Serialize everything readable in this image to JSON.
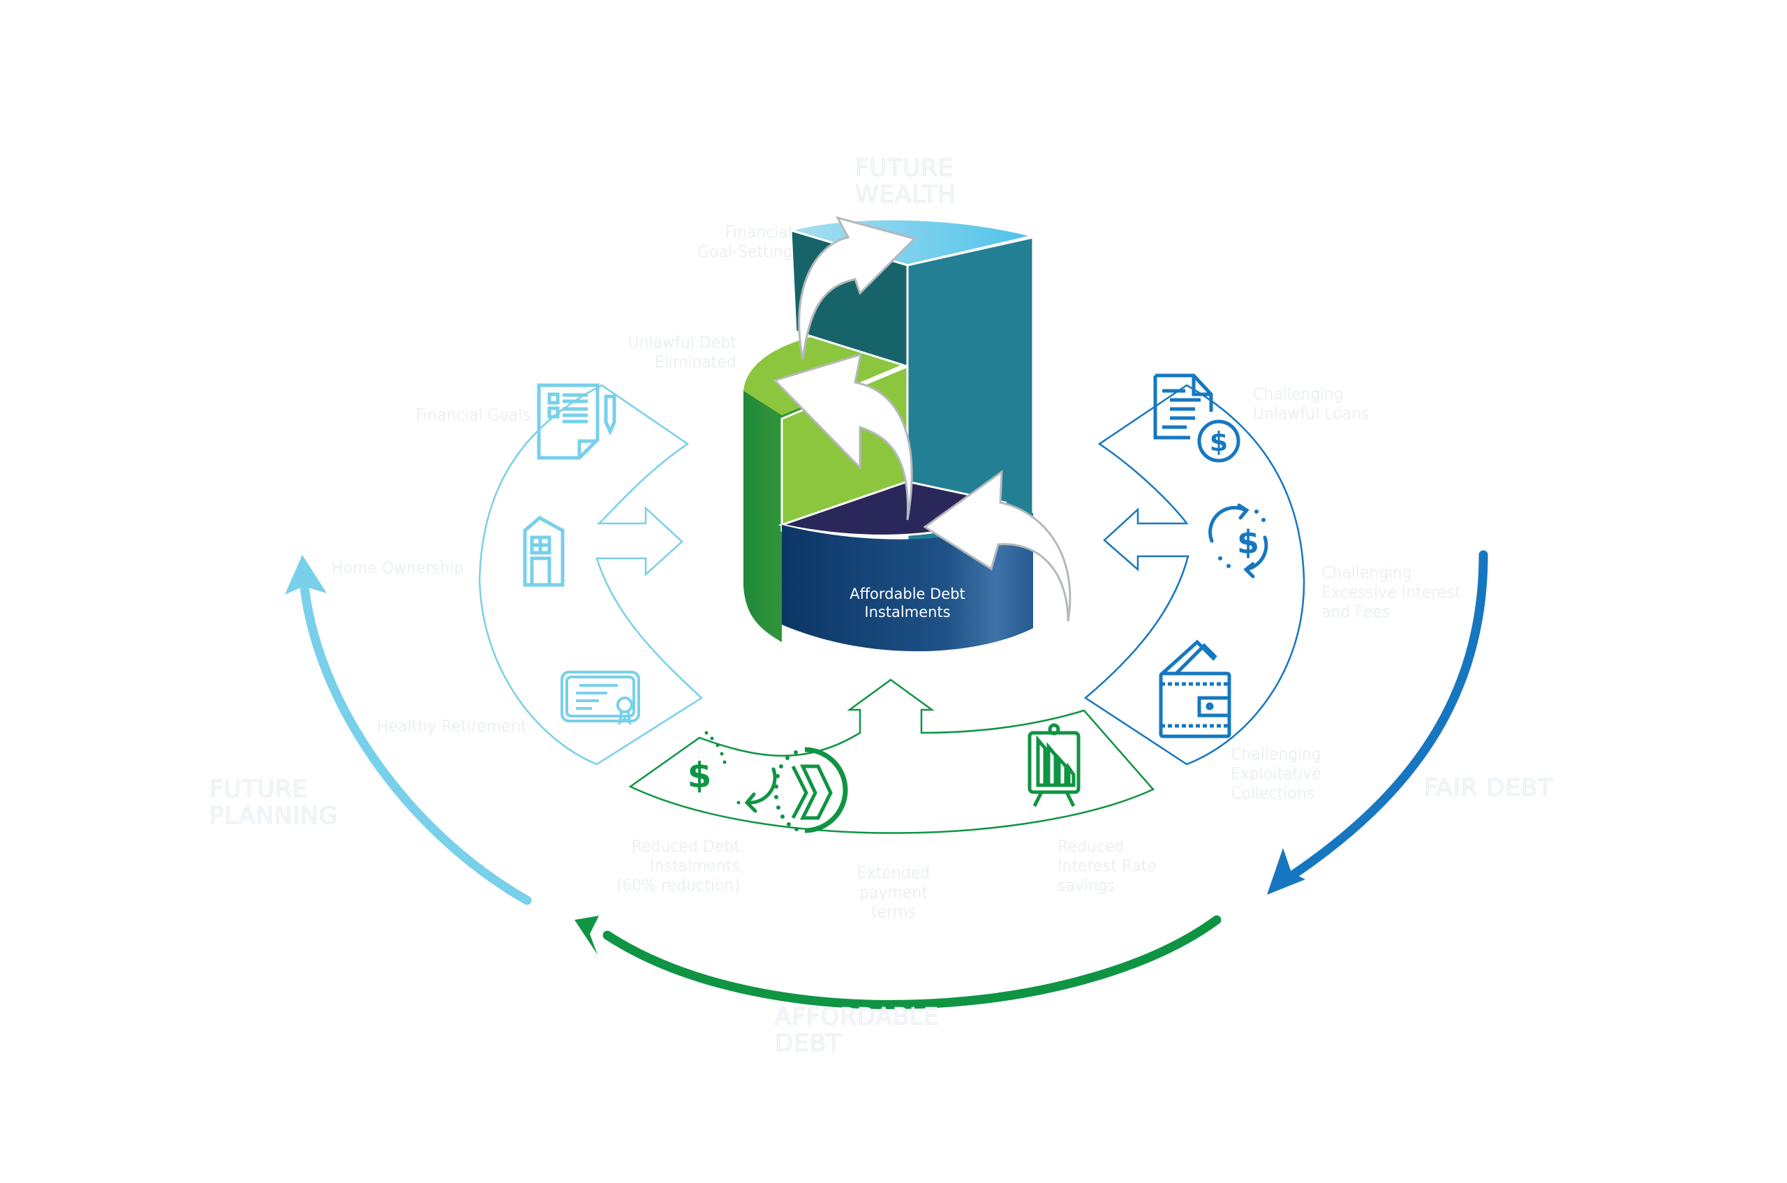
{
  "colors": {
    "light_blue": "#78d0ea",
    "sky_top": "#5bc8ea",
    "teal_dark": "#17636a",
    "teal": "#237f93",
    "green_light": "#8cc63f",
    "green": "#4a9d36",
    "navy": "#2a275b",
    "blue_band": "#1b4b7e",
    "mid_blue": "#1677c0",
    "green_arc": "#0f9443",
    "faint_text": "#f2f5f7"
  },
  "center": {
    "future_wealth": "FUTURE\nWEALTH",
    "financial_goal_setting": "Financial\nGoal-Setting",
    "unlawful_debt_eliminated": "Unlawful Debt\nEliminated",
    "affordable_debt_instalments": "Affordable Debt\nInstalments"
  },
  "left_group": {
    "title": "FUTURE\nPLANNING",
    "items": [
      {
        "label": "Financial Goals",
        "icon": "checklist-document-icon"
      },
      {
        "label": "Home Ownership",
        "icon": "house-icon"
      },
      {
        "label": "Healthy Retirement",
        "icon": "certificate-icon"
      }
    ]
  },
  "right_group": {
    "title": "FAIR DEBT",
    "items": [
      {
        "label": "Challenging\nUnlawful Loans",
        "icon": "invoice-dollar-icon"
      },
      {
        "label": "Challenging\nExcessive Interest\nand Fees",
        "icon": "dollar-cycle-icon"
      },
      {
        "label": "Challenging\nExploitative\nCollections",
        "icon": "wallet-icon"
      }
    ]
  },
  "bottom_group": {
    "title": "AFFORDABLE DEBT",
    "items": [
      {
        "label": "Reduced Debt\nInstalments\n(60% reduction)",
        "icon": "dollar-return-icon"
      },
      {
        "label": "Extended\npayment\nterms",
        "icon": "fast-forward-icon"
      },
      {
        "label": "Reduced\nInterest Rate\nsavings",
        "icon": "declining-chart-easel-icon"
      }
    ]
  }
}
